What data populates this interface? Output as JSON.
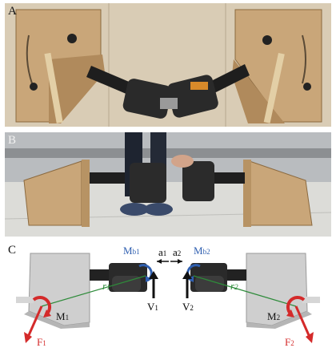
{
  "panels": {
    "a": "A",
    "b": "B",
    "c": "C"
  },
  "diagram": {
    "Mb1": "M",
    "Mb1_sub": "b1",
    "Mb2": "M",
    "Mb2_sub": "b2",
    "a1": "a",
    "a1_sub": "1",
    "a2": "a",
    "a2_sub": "2",
    "V1": "V",
    "V1_sub": "1",
    "V2": "V",
    "V2_sub": "2",
    "M1": "M",
    "M1_sub": "1",
    "M2": "M",
    "M2_sub": "2",
    "F1": "F",
    "F1_sub": "1",
    "F2": "F",
    "F2_sub": "2",
    "r1": "r",
    "r1_sub": "1",
    "r2": "r",
    "r2_sub": "2"
  },
  "colors": {
    "moment_blue": "#2f5fb0",
    "force_red": "#d42a2a",
    "lever_green": "#2e8b3a"
  }
}
